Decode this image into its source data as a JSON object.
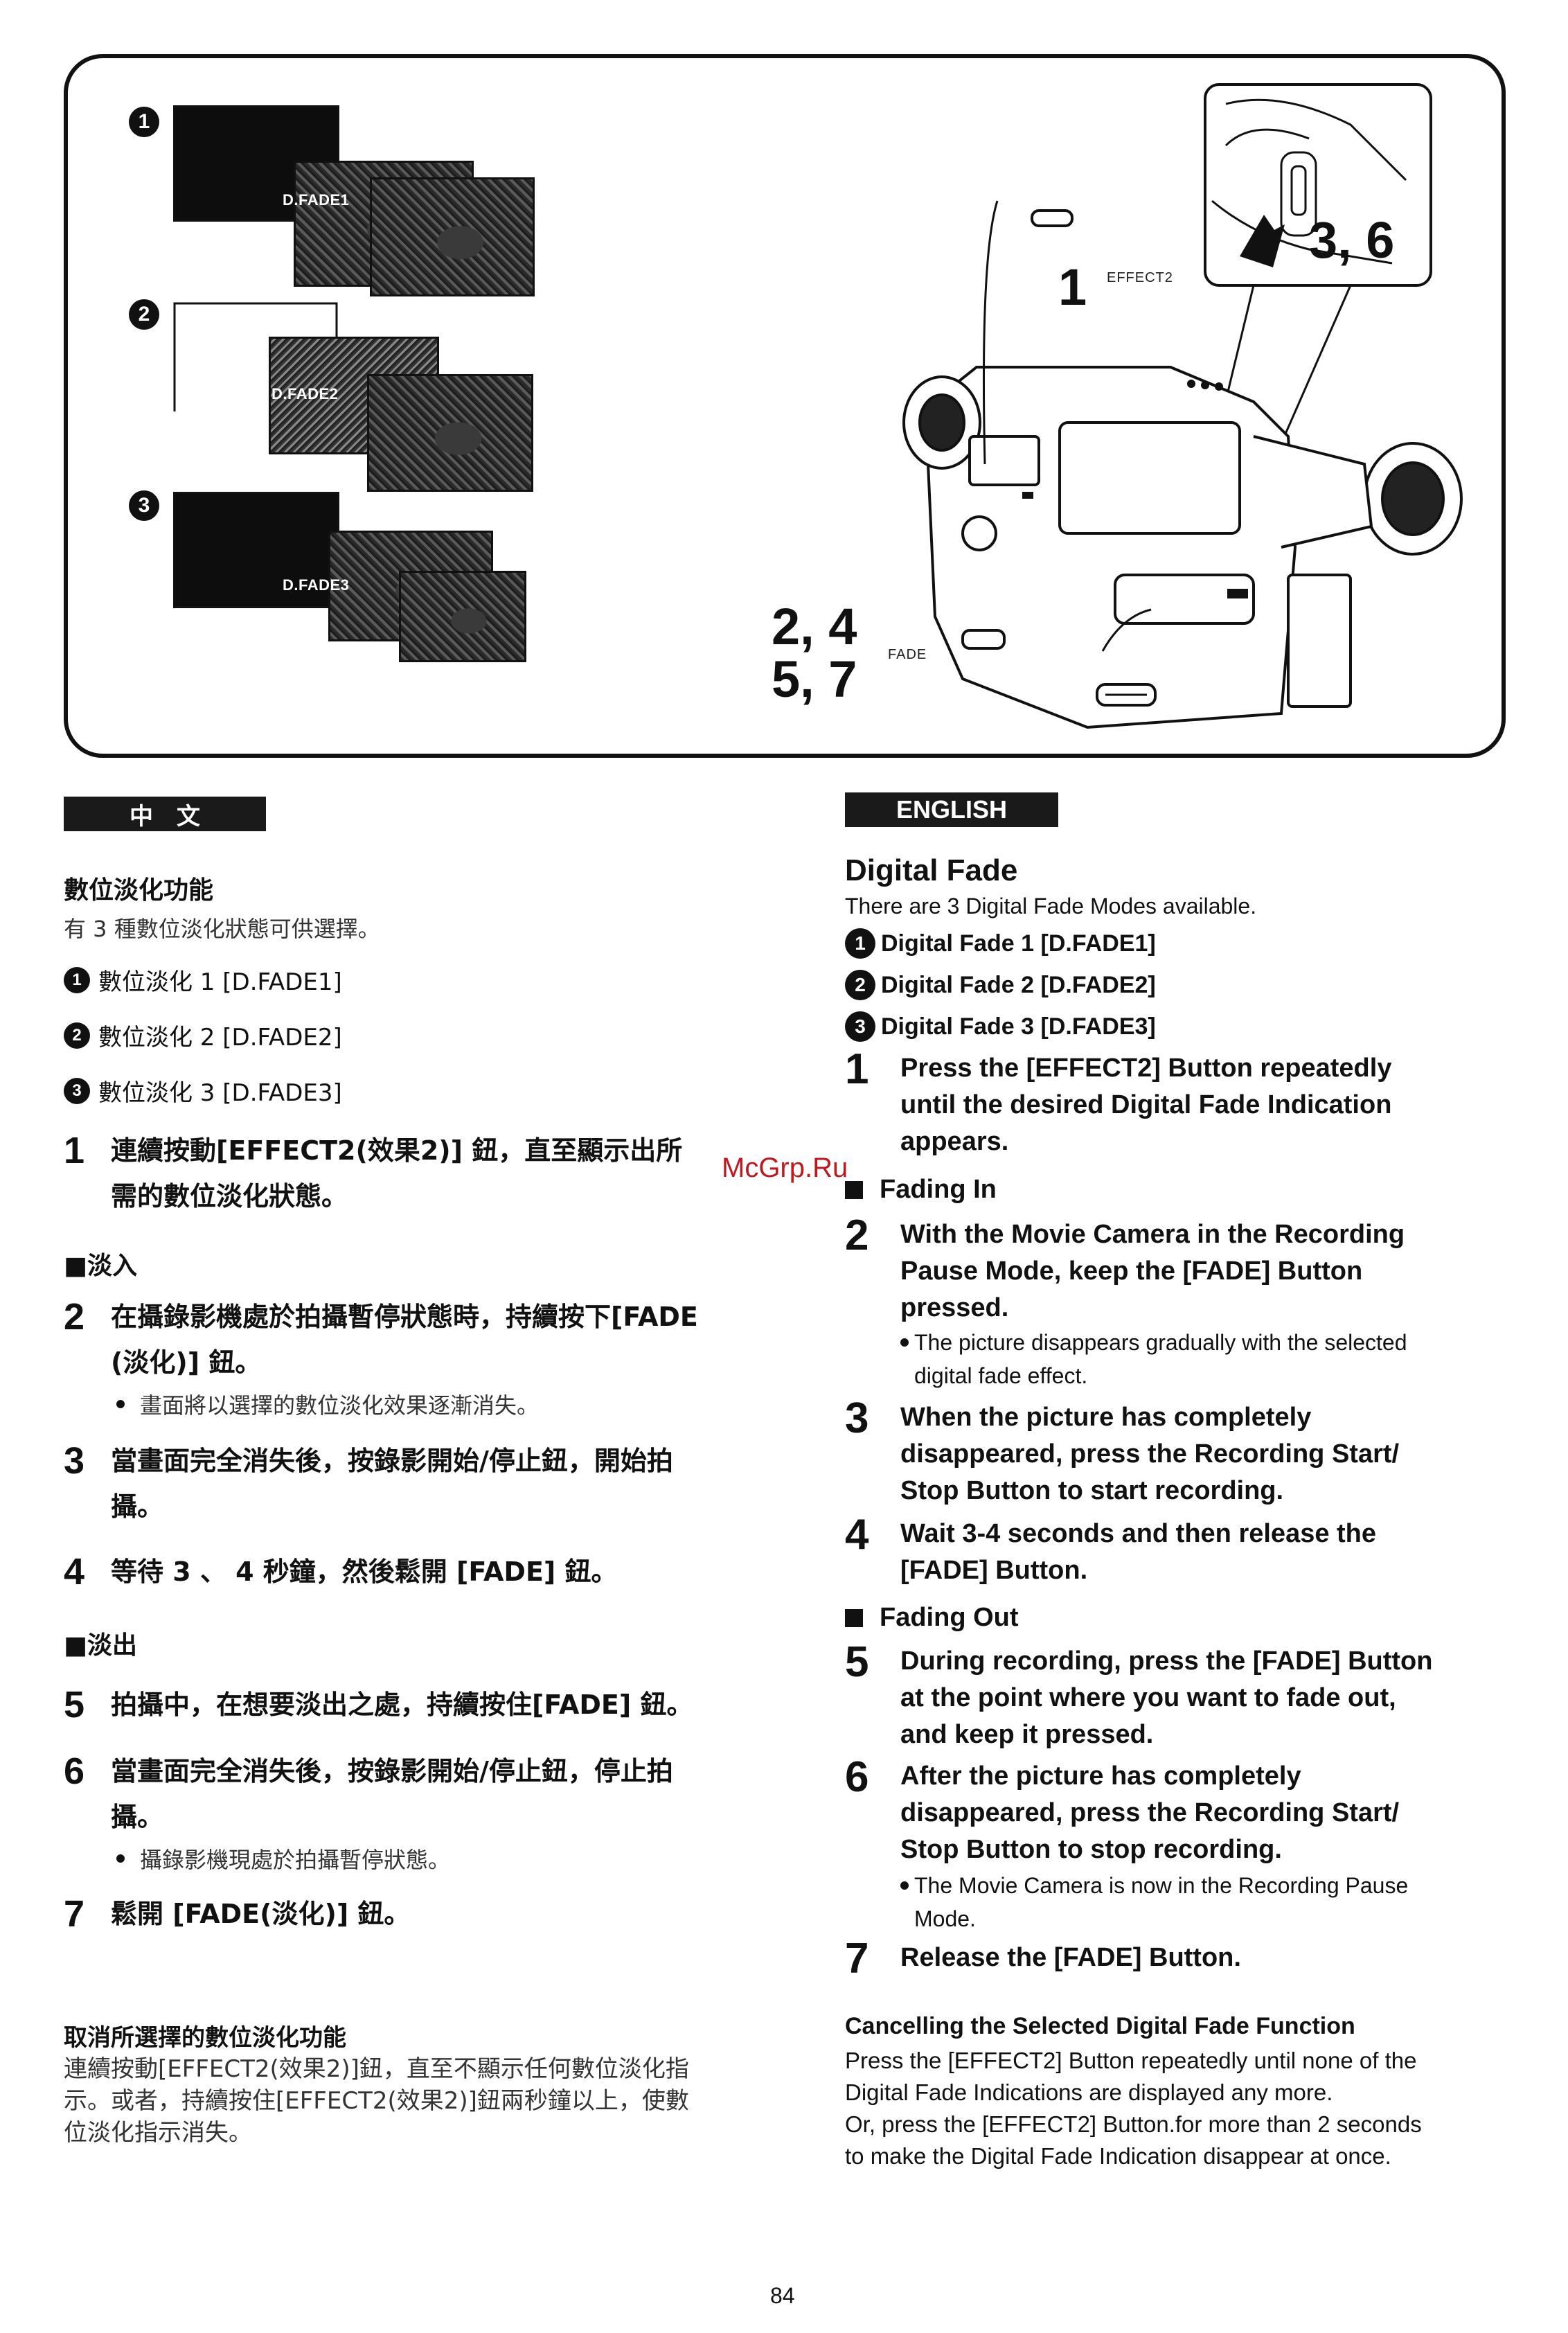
{
  "figure": {
    "fade_labels": [
      "D.FADE1",
      "D.FADE2",
      "D.FADE3"
    ],
    "bullets": [
      "1",
      "2",
      "3"
    ],
    "ref_effect2": "1",
    "ref_top_right": "3, 6",
    "ref_fade_line1": "2, 4",
    "ref_fade_line2": "5, 7",
    "label_effect2": "EFFECT2",
    "label_fade": "FADE"
  },
  "chinese": {
    "header": "中　文",
    "title": "數位淡化功能",
    "intro": "有 3 種數位淡化狀態可供選擇。",
    "modes": [
      {
        "bullet": "1",
        "text": "數位淡化 1 [D.FADE1]"
      },
      {
        "bullet": "2",
        "text": "數位淡化 2 [D.FADE2]"
      },
      {
        "bullet": "3",
        "text": "數位淡化 3 [D.FADE3]"
      }
    ],
    "step1": {
      "num": "1",
      "line1": "連續按動[EFFECT2(效果2)] 鈕，直至顯示出所",
      "line2": "需的數位淡化狀態。"
    },
    "fade_in_head": "■淡入",
    "step2": {
      "num": "2",
      "line1": "在攝錄影機處於拍攝暫停狀態時，持續按下[FADE",
      "line2": "(淡化)] 鈕。",
      "note": "畫面將以選擇的數位淡化效果逐漸消失。"
    },
    "step3": {
      "num": "3",
      "line1": "當畫面完全消失後，按錄影開始/停止鈕，開始拍",
      "line2": "攝。"
    },
    "step4": {
      "num": "4",
      "line1": "等待 3 、 4 秒鐘，然後鬆開 [FADE] 鈕。"
    },
    "fade_out_head": "■淡出",
    "step5": {
      "num": "5",
      "line1": "拍攝中，在想要淡出之處，持續按住[FADE] 鈕。"
    },
    "step6": {
      "num": "6",
      "line1": "當畫面完全消失後，按錄影開始/停止鈕，停止拍",
      "line2": "攝。",
      "note": "攝錄影機現處於拍攝暫停狀態。"
    },
    "step7": {
      "num": "7",
      "line1": "鬆開 [FADE(淡化)] 鈕。"
    },
    "cancel_title": "取消所選擇的數位淡化功能",
    "cancel_lines": [
      "連續按動[EFFECT2(效果2)]鈕，直至不顯示任何數位淡化指",
      "示。或者，持續按住[EFFECT2(效果2)]鈕兩秒鐘以上，使數",
      "位淡化指示消失。"
    ]
  },
  "english": {
    "header": "ENGLISH",
    "title": "Digital Fade",
    "intro": "There are 3 Digital Fade Modes available.",
    "modes": [
      {
        "bullet": "1",
        "text": "Digital Fade 1 [D.FADE1]"
      },
      {
        "bullet": "2",
        "text": "Digital Fade 2 [D.FADE2]"
      },
      {
        "bullet": "3",
        "text": "Digital Fade 3 [D.FADE3]"
      }
    ],
    "step1": {
      "num": "1",
      "lines": [
        "Press the [EFFECT2] Button repeatedly",
        "until the desired Digital Fade Indication",
        "appears."
      ]
    },
    "fade_in_head": "Fading In",
    "step2": {
      "num": "2",
      "lines": [
        "With the Movie Camera in the Recording",
        "Pause Mode, keep the [FADE] Button",
        "pressed."
      ],
      "note": [
        "The picture disappears gradually with the selected",
        "digital fade effect."
      ]
    },
    "step3": {
      "num": "3",
      "lines": [
        "When the picture has completely",
        "disappeared, press the Recording Start/",
        "Stop Button to start recording."
      ]
    },
    "step4": {
      "num": "4",
      "lines": [
        "Wait 3-4 seconds and then release the",
        "[FADE] Button."
      ]
    },
    "fade_out_head": "Fading Out",
    "step5": {
      "num": "5",
      "lines": [
        "During recording, press the [FADE] Button",
        "at the point where you want to fade out,",
        "and keep it pressed."
      ]
    },
    "step6": {
      "num": "6",
      "lines": [
        "After the picture has completely",
        "disappeared, press the Recording Start/",
        "Stop Button to stop recording."
      ],
      "note": [
        "The Movie Camera is now in the Recording Pause",
        "Mode."
      ]
    },
    "step7": {
      "num": "7",
      "lines": [
        "Release the [FADE] Button."
      ]
    },
    "cancel_title": "Cancelling the Selected Digital Fade Function",
    "cancel_lines": [
      "Press the [EFFECT2] Button repeatedly until none of the",
      "Digital Fade Indications are displayed any more.",
      "Or, press the [EFFECT2] Button.for more than 2 seconds",
      "to make the Digital Fade Indication disappear at once."
    ]
  },
  "watermark": "McGrp.Ru",
  "page_number": "84"
}
